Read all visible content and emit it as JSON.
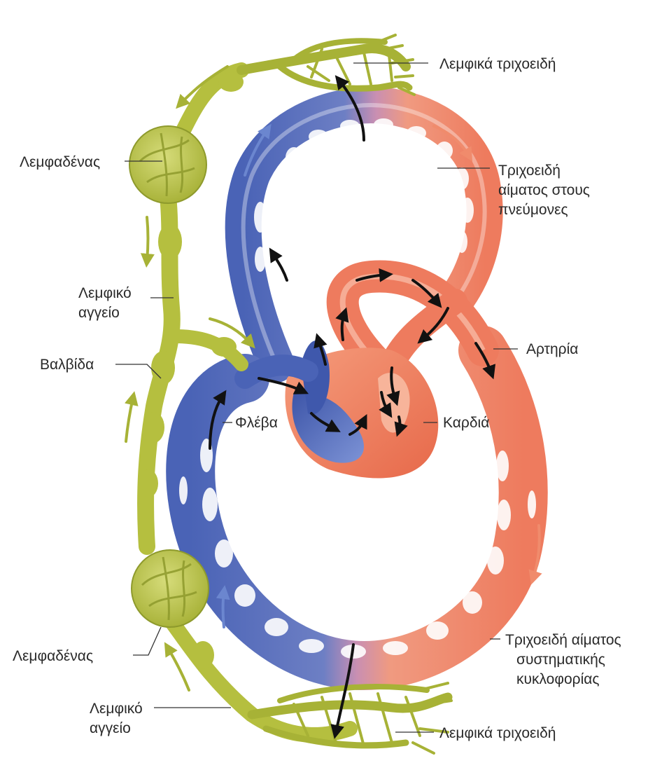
{
  "colors": {
    "lymph": "#b5bf3f",
    "lymph_dark": "#8e9a2c",
    "lymph_node": "#c3cb55",
    "vein": "#4a63b6",
    "vein_light": "#8aa0dc",
    "artery": "#ee7b5e",
    "artery_light": "#f6b8a0",
    "mixed": "#c98fb2",
    "flow_arrow": "#111111",
    "lymph_arrow": "#a7b236",
    "vein_arrow": "#6b86cf",
    "artery_arrow": "#f08b6c"
  },
  "labels": {
    "lymph_capillaries_top": "Λεμφικά τριχοειδή",
    "lymph_node_top": "Λεμφαδένας",
    "lung_capillaries_line1": "Τριχοειδή",
    "lung_capillaries_line2": "αίματος στους",
    "lung_capillaries_line3": "πνεύμονες",
    "lymph_vessel_top_line1": "Λεμφικό",
    "lymph_vessel_top_line2": "αγγείο",
    "artery": "Αρτηρία",
    "valve": "Βαλβίδα",
    "vein": "Φλέβα",
    "heart": "Καρδιά",
    "systemic_capillaries_line1": "Τριχοειδή αίματος",
    "systemic_capillaries_line2": "συστηματικής",
    "systemic_capillaries_line3": "κυκλοφορίας",
    "lymph_node_bottom": "Λεμφαδένας",
    "lymph_vessel_bottom_line1": "Λεμφικό",
    "lymph_vessel_bottom_line2": "αγγείο",
    "lymph_capillaries_bottom": "Λεμφικά τριχοειδή"
  }
}
